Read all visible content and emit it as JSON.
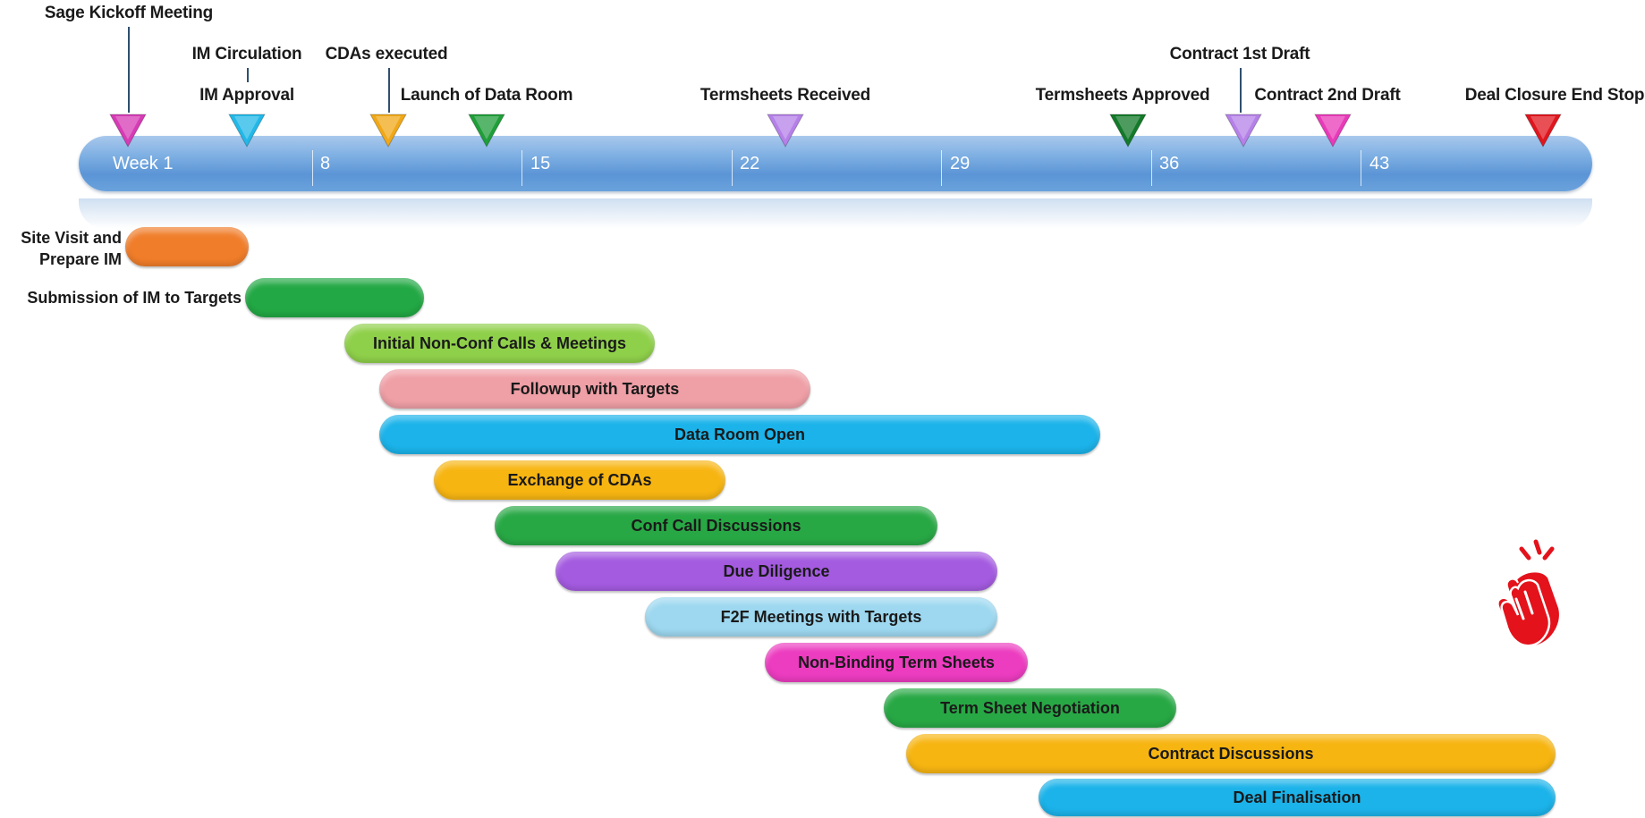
{
  "milestones": [
    {
      "label": "Sage Kickoff Meeting",
      "color": "#d63bb5"
    },
    {
      "label": "IM Circulation",
      "color": "#ffffff"
    },
    {
      "label": "IM Approval",
      "color": "#22b8e8"
    },
    {
      "label": "CDAs executed",
      "color": "#ffffff"
    },
    {
      "label": "Launch of Data Room",
      "color": "#f0a818"
    },
    {
      "label": "",
      "color": "#1f9e3a"
    },
    {
      "label": "Termsheets Received",
      "color": "#b580e8"
    },
    {
      "label": "Termsheets Approved",
      "color": "#137a2a"
    },
    {
      "label": "Contract 1st Draft",
      "color": "#ffffff"
    },
    {
      "label": "Contract 2nd Draft",
      "color": "#b580e8"
    },
    {
      "label": "",
      "color": "#e83ab8"
    },
    {
      "label": "Deal Closure End Stop",
      "color": "#e0161e"
    }
  ],
  "axis": {
    "ticks": [
      "Week 1",
      "8",
      "15",
      "22",
      "29",
      "36",
      "43"
    ]
  },
  "side_labels": {
    "site_visit": "Site Visit and\nPrepare IM",
    "submission": "Submission of IM to Targets"
  },
  "tasks": [
    {
      "label": "",
      "color": "#f07d2a"
    },
    {
      "label": "",
      "color": "#22a844"
    },
    {
      "label": "Initial Non-Conf Calls & Meetings",
      "color": "#8fd04a"
    },
    {
      "label": "Followup with Targets",
      "color": "#ef9fa6"
    },
    {
      "label": "Data Room Open",
      "color": "#1bb3ea"
    },
    {
      "label": "Exchange of CDAs",
      "color": "#f7b512"
    },
    {
      "label": "Conf Call Discussions",
      "color": "#28a845"
    },
    {
      "label": "Due Diligence",
      "color": "#a45be0"
    },
    {
      "label": "F2F Meetings with Targets",
      "color": "#9dd8f0"
    },
    {
      "label": "Non-Binding Term Sheets",
      "color": "#ec3cc0"
    },
    {
      "label": "Term Sheet Negotiation",
      "color": "#28a845"
    },
    {
      "label": "Contract Discussions",
      "color": "#f7b512"
    },
    {
      "label": "Deal Finalisation",
      "color": "#1bb3ea"
    }
  ],
  "icons": {
    "clap": "clapping-hands-icon",
    "clap_color": "#e3121b"
  }
}
